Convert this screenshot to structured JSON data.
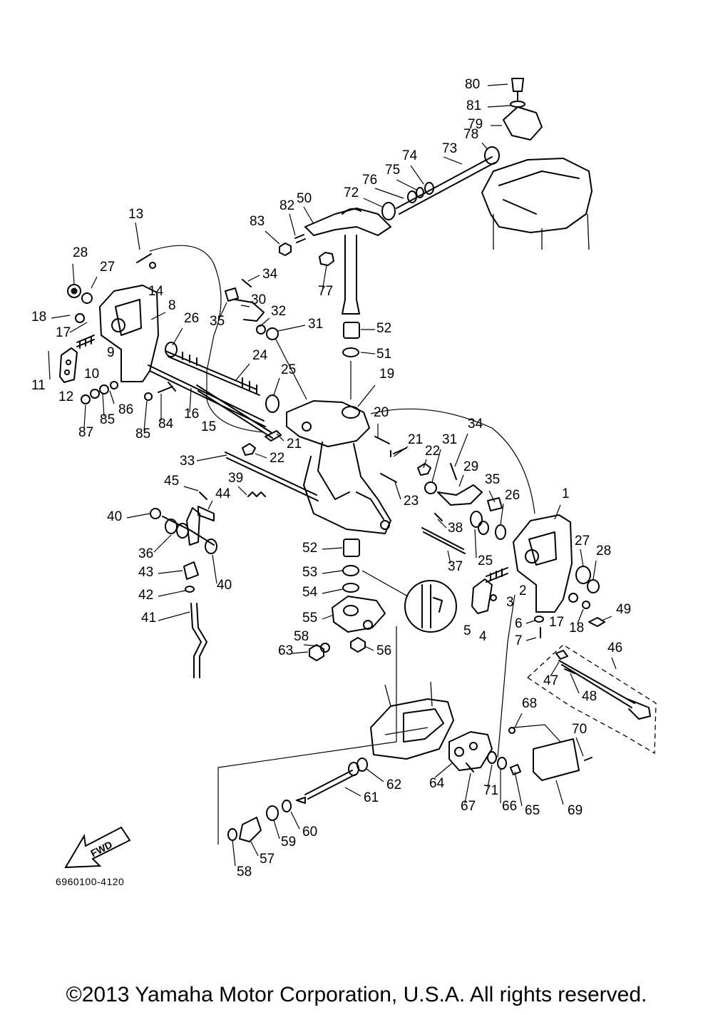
{
  "callouts": [
    "1",
    "2",
    "3",
    "4",
    "5",
    "6",
    "7",
    "8",
    "9",
    "10",
    "11",
    "12",
    "13",
    "14",
    "15",
    "16",
    "17",
    "17",
    "18",
    "18",
    "19",
    "20",
    "21",
    "21",
    "22",
    "22",
    "23",
    "24",
    "25",
    "25",
    "26",
    "26",
    "27",
    "27",
    "28",
    "28",
    "29",
    "30",
    "31",
    "31",
    "32",
    "33",
    "34",
    "34",
    "35",
    "35",
    "36",
    "37",
    "38",
    "39",
    "40",
    "40",
    "41",
    "42",
    "43",
    "44",
    "45",
    "46",
    "47",
    "48",
    "49",
    "50",
    "51",
    "52",
    "52",
    "53",
    "54",
    "55",
    "56",
    "57",
    "58",
    "58",
    "59",
    "60",
    "61",
    "62",
    "63",
    "64",
    "65",
    "66",
    "67",
    "68",
    "69",
    "70",
    "71",
    "72",
    "73",
    "74",
    "75",
    "76",
    "77",
    "78",
    "79",
    "80",
    "81",
    "82",
    "83",
    "84",
    "85",
    "85",
    "86",
    "87"
  ],
  "direction_label": "FWD",
  "diagram_code": "6960100-4120",
  "copyright": "©2013 Yamaha Motor Corporation, U.S.A. All rights reserved."
}
